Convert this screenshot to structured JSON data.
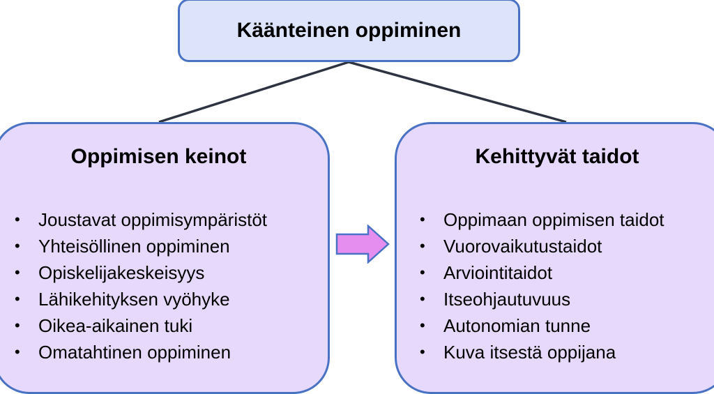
{
  "diagram": {
    "root": {
      "title": "Kääntеinen oppiminen"
    },
    "left_panel": {
      "title": "Oppimisen keinot",
      "items": [
        "Joustavat oppimisympäristöt",
        "Yhteisöllinen oppiminen",
        "Opiskelijakeskeisyys",
        "Lähikehityksen vyöhyke",
        "Oikea-aikainen tuki",
        "Omatahtinen oppiminen"
      ]
    },
    "right_panel": {
      "title": "Kehittyvät taidot",
      "items": [
        "Oppimaan oppimisen taidot",
        "Vuorovaikutustaidot",
        "Arviointitaidot",
        "Itseohjautuvuus",
        "Autonomian tunne",
        "Kuva itsestä oppijana"
      ]
    },
    "colors": {
      "border": "#4a72c4",
      "root_fill": "#dde3fb",
      "panel_fill": "#e6d9fb",
      "arrow_fill": "#e58ef0",
      "arrow_stroke": "#4a72c4",
      "connector": "#2d3340"
    }
  }
}
